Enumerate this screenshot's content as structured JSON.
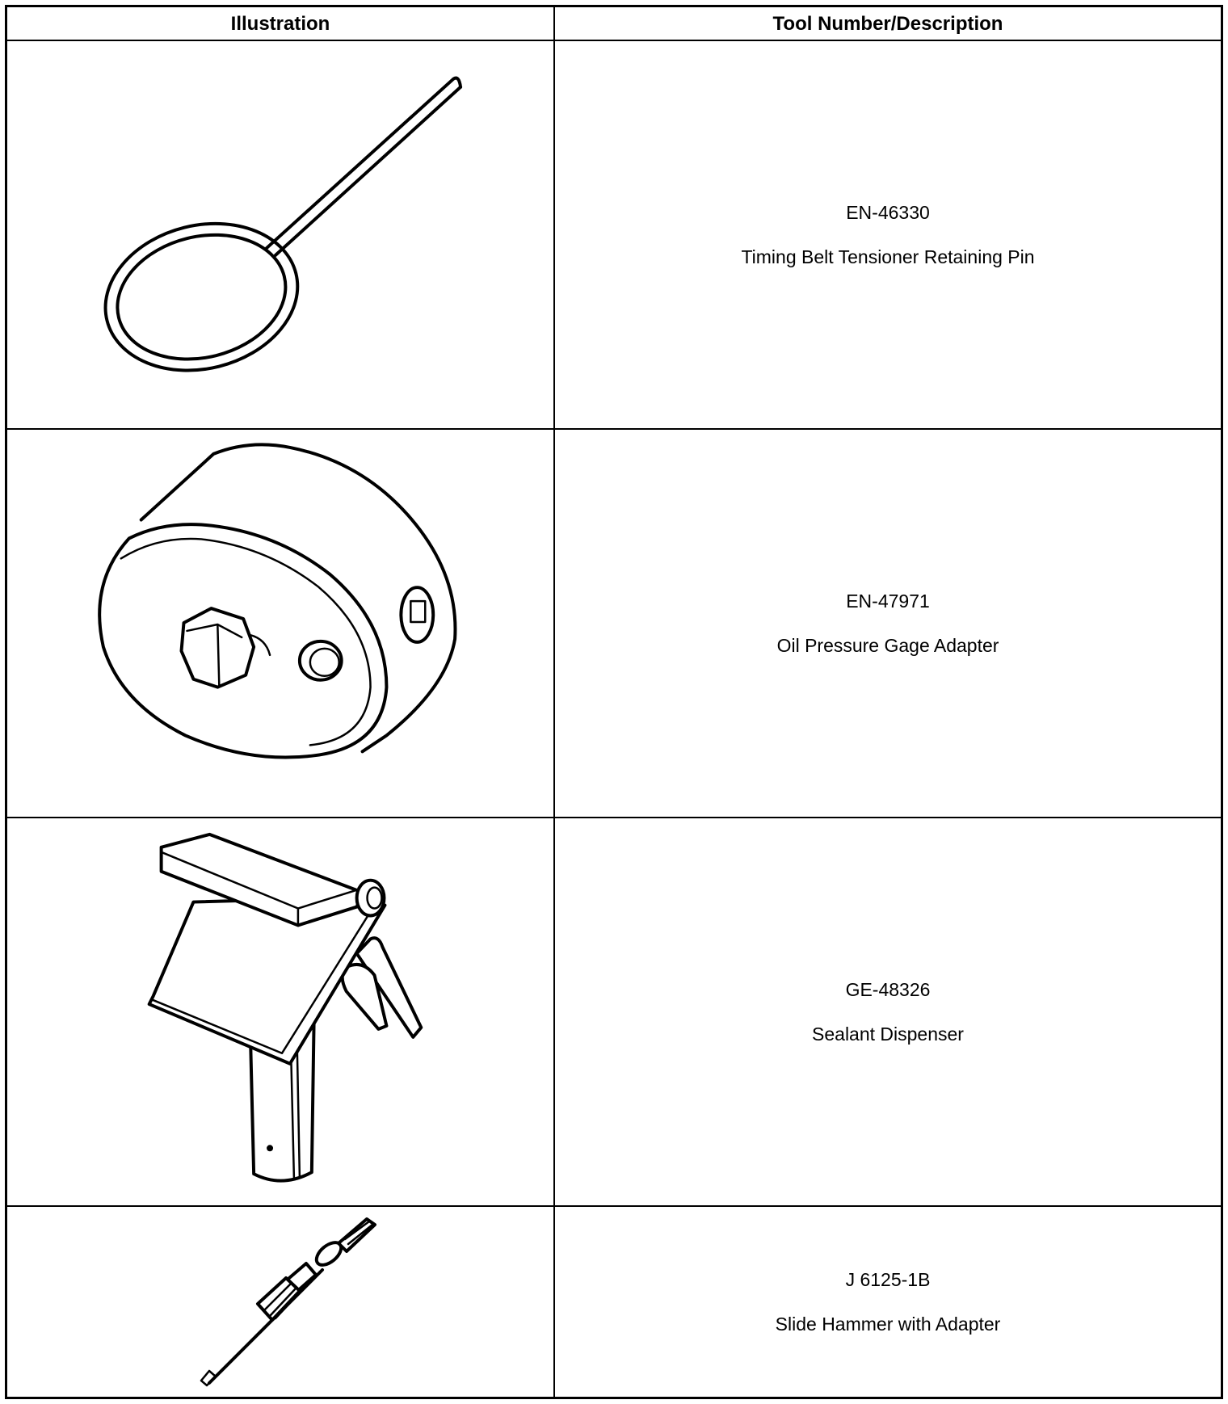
{
  "table": {
    "headers": {
      "illustration": "Illustration",
      "tool": "Tool Number/Description"
    },
    "rows": [
      {
        "tool_number": "EN-46330",
        "description": "Timing Belt Tensioner Retaining Pin",
        "illustration": "retaining-pin-illustration"
      },
      {
        "tool_number": "EN-47971",
        "description": "Oil Pressure Gage Adapter",
        "illustration": "gage-adapter-illustration"
      },
      {
        "tool_number": "GE-48326",
        "description": "Sealant Dispenser",
        "illustration": "sealant-dispenser-illustration"
      },
      {
        "tool_number": "J 6125-1B",
        "description": "Slide Hammer with Adapter",
        "illustration": "slide-hammer-illustration"
      }
    ]
  }
}
